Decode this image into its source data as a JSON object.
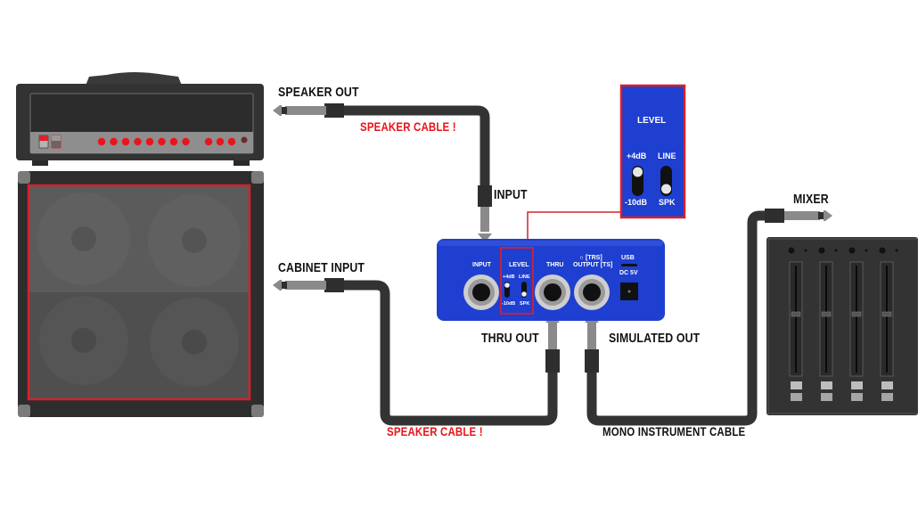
{
  "diagram": {
    "title": "Speaker load box / DI connection diagram",
    "labels": {
      "speaker_out": "SPEAKER OUT",
      "speaker_cable_top": "SPEAKER CABLE !",
      "input": "INPUT",
      "cabinet_input": "CABINET INPUT",
      "thru_out": "THRU OUT",
      "simulated_out": "SIMULATED OUT",
      "speaker_cable_bottom": "SPEAKER CABLE !",
      "mono_instrument_cable": "MONO INSTRUMENT CABLE",
      "mixer": "MIXER"
    },
    "device_panel": {
      "input": "INPUT",
      "level": "LEVEL",
      "thru": "THRU",
      "headphone_trs": "∩ [TRS]",
      "output_ts": "OUTPUT [TS]",
      "usb": "USB",
      "dc": "DC 5V",
      "plus4db": "+4dB",
      "minus10db": "-10dB",
      "line": "LINE",
      "spk": "SPK"
    },
    "level_callout": {
      "title": "LEVEL",
      "plus4db": "+4dB",
      "minus10db": "-10dB",
      "line": "LINE",
      "spk": "SPK",
      "switch_left_position": "+4dB",
      "switch_right_position": "SPK"
    },
    "amp_head": {
      "knob_count": 11
    },
    "mixer": {
      "channel_count": 4
    },
    "colors": {
      "device_blue": "#1f3fd0",
      "highlight_red": "#e0202a",
      "cable_dark": "#333333",
      "plug_gray": "#8a8a8a",
      "amp_body": "#333333",
      "text_red": "#e8141b"
    }
  }
}
